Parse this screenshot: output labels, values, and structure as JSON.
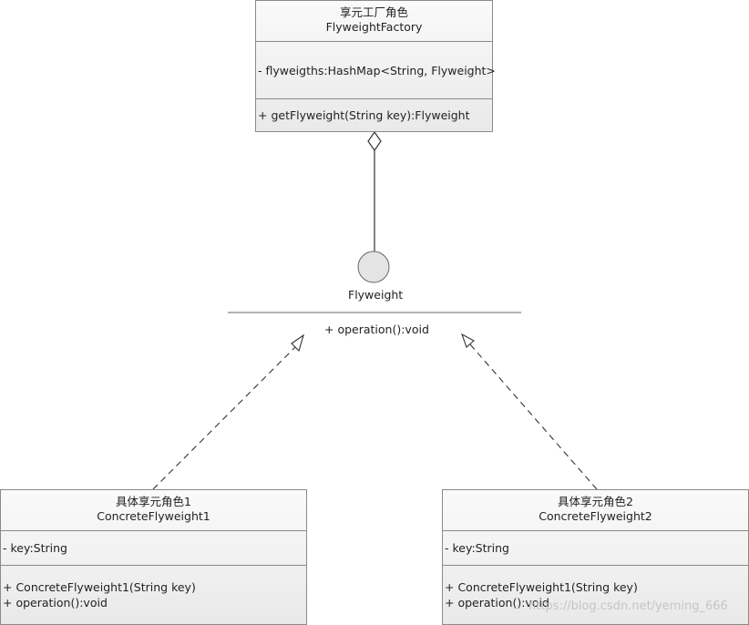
{
  "factory": {
    "title_cn": "享元工厂角色",
    "name": "FlyweightFactory",
    "attribute": "- flyweigths:HashMap<String, Flyweight>",
    "method": "+ getFlyweight(String key):Flyweight"
  },
  "flyweight_interface": {
    "name": "Flyweight",
    "operation": "+ operation():void"
  },
  "concrete1": {
    "title_cn": "具体享元角色1",
    "name": "ConcreteFlyweight1",
    "attribute": "- key:String",
    "methods": [
      "+ ConcreteFlyweight1(String key)",
      "+ operation():void"
    ]
  },
  "concrete2": {
    "title_cn": "具体享元角色2",
    "name": "ConcreteFlyweight2",
    "attribute": "- key:String",
    "methods": [
      "+ ConcreteFlyweight1(String key)",
      "+ operation():void"
    ]
  },
  "watermark": "https://blog.csdn.net/yeming_666"
}
